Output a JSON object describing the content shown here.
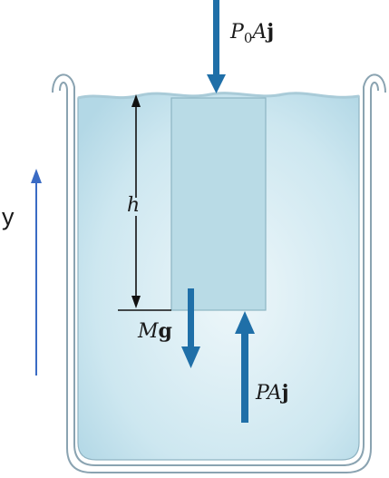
{
  "labels": {
    "top_force_var": "P",
    "top_force_sub": "0",
    "top_force_rest": "A",
    "top_force_vec": "j",
    "height": "h",
    "weight_var": "M",
    "weight_vec": "g",
    "bottom_force_var": "PA",
    "bottom_force_vec": "j",
    "axis": "y"
  },
  "colors": {
    "arrow": "#1f6fa8",
    "axis_arrow": "#3a6bc4",
    "water_light": "#e6f3f8",
    "water_mid": "#bfe0ec",
    "block_fill": "#b8dbe6",
    "block_edge": "#8fb8c6",
    "beaker_edge": "#7a9aaa"
  }
}
